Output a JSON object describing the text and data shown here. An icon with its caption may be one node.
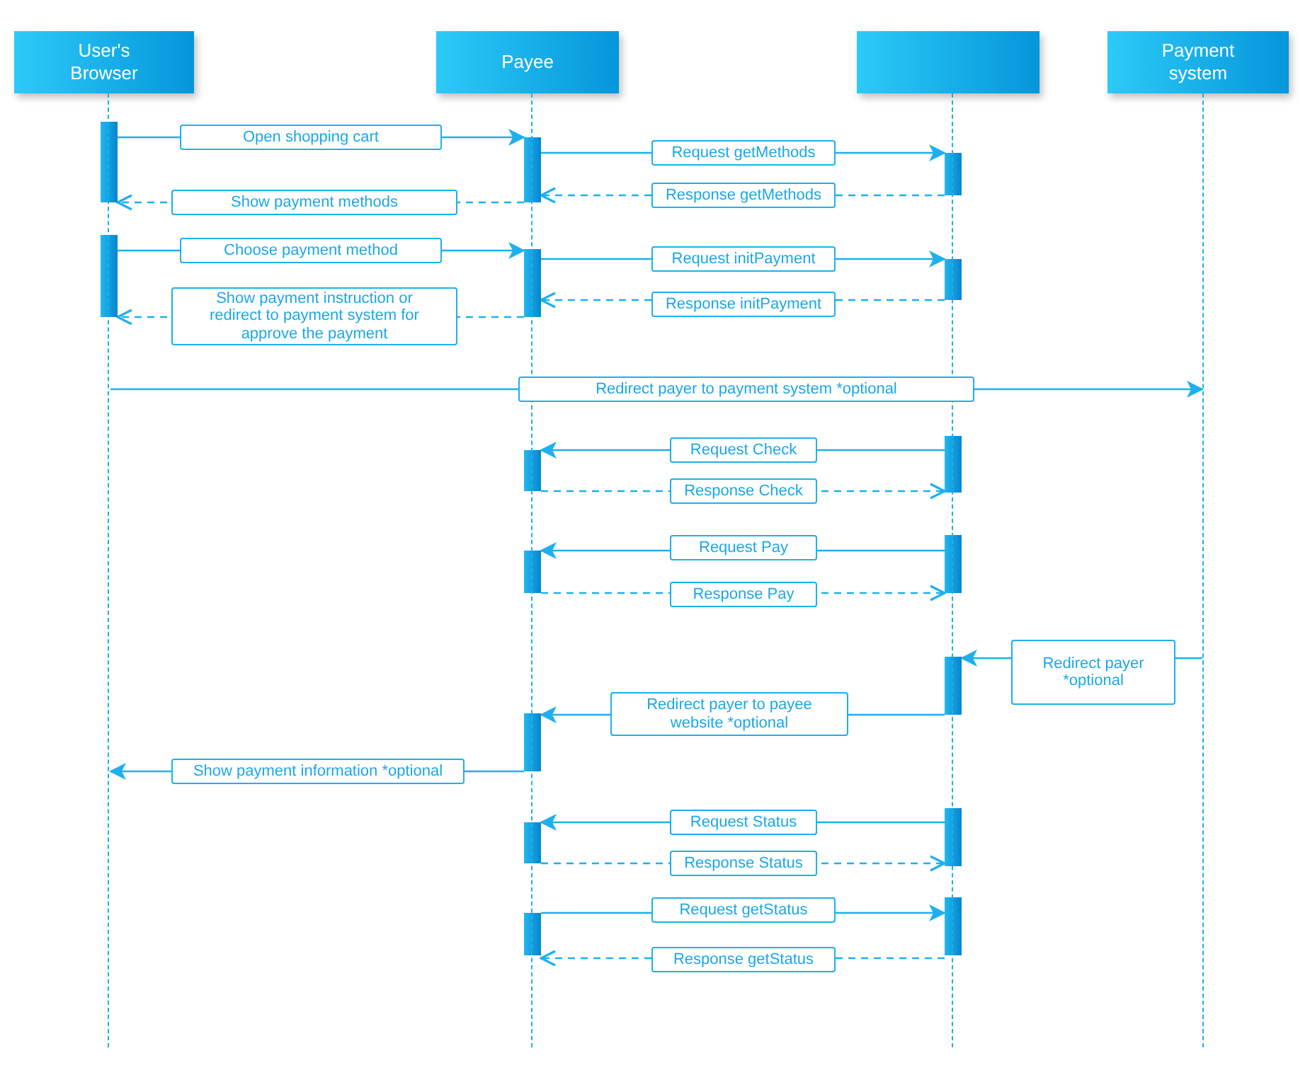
{
  "diagram": {
    "nodes": [
      {
        "text": [
          "User's Browser"
        ]
      },
      {
        "text": [
          "Payee"
        ]
      },
      {
        "text": [],
        "shape": "box"
      },
      {
        "text": [
          "Payment system"
        ]
      },
      {
        "text": [],
        "shape": "bar"
      },
      {
        "text": [],
        "shape": "bar"
      },
      {
        "text": [],
        "shape": "bar"
      },
      {
        "text": [],
        "shape": "bar"
      },
      {
        "text": [],
        "shape": "bar"
      },
      {
        "text": [],
        "shape": "bar"
      },
      {
        "text": [],
        "shape": "bar"
      },
      {
        "text": [],
        "shape": "bar"
      },
      {
        "text": [],
        "shape": "bar"
      },
      {
        "text": [],
        "shape": "bar"
      },
      {
        "text": [],
        "shape": "bar"
      },
      {
        "text": [],
        "shape": "bar"
      },
      {
        "text": [],
        "shape": "bar"
      },
      {
        "text": [],
        "shape": "bar"
      },
      {
        "text": [],
        "shape": "bar"
      },
      {
        "text": [],
        "shape": "bar"
      },
      {
        "text": [],
        "shape": "line"
      },
      {
        "text": [],
        "shape": "line"
      },
      {
        "text": [],
        "shape": "line"
      },
      {
        "text": [],
        "shape": "line"
      }
    ],
    "edges": [
      {
        "from": 4,
        "to": 5,
        "arrow": "to",
        "label": "Open shopping cart"
      },
      {
        "from": 5,
        "to": 6,
        "arrow": "to",
        "label": "Request getMethods"
      },
      {
        "from": 6,
        "to": 5,
        "arrow": "to",
        "label": "Response getMethods",
        "style": "dashed"
      },
      {
        "from": 5,
        "to": 4,
        "arrow": "to",
        "label": "Show payment methods",
        "style": "dashed"
      },
      {
        "from": 7,
        "to": 8,
        "arrow": "to",
        "label": "Choose payment method"
      },
      {
        "from": 8,
        "to": 9,
        "arrow": "to",
        "label": "Request initPayment"
      },
      {
        "from": 9,
        "to": 8,
        "arrow": "to",
        "label": "Response initPayment",
        "style": "dashed"
      },
      {
        "from": 8,
        "to": 7,
        "arrow": "to",
        "label": "Show payment instruction or redirect to payment system for approve the payment",
        "style": "dashed"
      },
      {
        "from": 20,
        "to": 23,
        "arrow": "to",
        "label": "Redirect payer to payment system *optional"
      },
      {
        "from": 10,
        "to": 11,
        "arrow": "to",
        "label": "Request Check"
      },
      {
        "from": 11,
        "to": 10,
        "arrow": "to",
        "label": "Response Check",
        "style": "dashed"
      },
      {
        "from": 12,
        "to": 13,
        "arrow": "to",
        "label": "Request Pay"
      },
      {
        "from": 13,
        "to": 12,
        "arrow": "to",
        "label": "Response Pay",
        "style": "dashed"
      },
      {
        "from": 23,
        "to": 14,
        "arrow": "to",
        "label": "Redirect payer *optional"
      },
      {
        "from": 14,
        "to": 15,
        "arrow": "to",
        "label": "Redirect payer to payee website *optional"
      },
      {
        "from": 15,
        "to": 20,
        "arrow": "to",
        "label": "Show payment information *optional"
      },
      {
        "from": 16,
        "to": 17,
        "arrow": "to",
        "label": "Request Status"
      },
      {
        "from": 17,
        "to": 16,
        "arrow": "to",
        "label": "Response Status",
        "style": "dashed"
      },
      {
        "from": 19,
        "to": 18,
        "arrow": "to",
        "label": "Request getStatus"
      },
      {
        "from": 18,
        "to": 19,
        "arrow": "to",
        "label": "Response getStatus",
        "style": "dashed"
      }
    ]
  }
}
